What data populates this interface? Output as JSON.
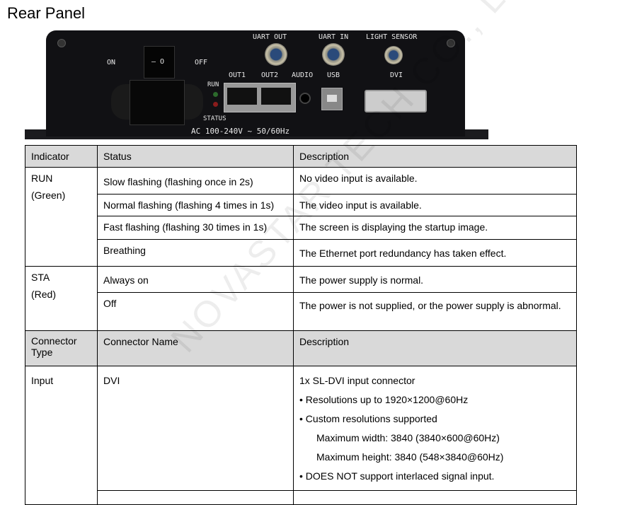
{
  "title": "Rear Panel",
  "device": {
    "labels": {
      "on": "ON",
      "off": "OFF",
      "switch": "— O",
      "uart_out": "UART OUT",
      "uart_in": "UART IN",
      "light_sensor": "LIGHT SENSOR",
      "out1": "OUT1",
      "out2": "OUT2",
      "audio": "AUDIO",
      "usb": "USB",
      "dvi": "DVI",
      "run": "RUN",
      "status": "STATUS",
      "power": "AC 100-240V ~ 50/60Hz"
    }
  },
  "table1": {
    "headers": [
      "Indicator",
      "Status",
      "Description"
    ],
    "run": {
      "name": "RUN",
      "color": "(Green)",
      "rows": [
        [
          "Slow flashing (flashing once in 2s)",
          "No video input is available."
        ],
        [
          "Normal flashing (flashing 4 times in 1s)",
          "The video input is available."
        ],
        [
          "Fast flashing (flashing 30 times in 1s)",
          "The screen is displaying the startup image."
        ],
        [
          "Breathing",
          "The Ethernet port redundancy has taken effect."
        ]
      ]
    },
    "sta": {
      "name": "STA",
      "color": "(Red)",
      "rows": [
        [
          "Always on",
          "The power supply is normal."
        ],
        [
          "Off",
          "The power is not supplied, or the power supply is abnormal."
        ]
      ]
    }
  },
  "table2": {
    "headers": [
      "Connector Type",
      "Connector Name",
      "Description"
    ],
    "input": {
      "type": "Input",
      "name": "DVI",
      "desc": "1x SL-DVI input connector",
      "bullets": [
        "Resolutions up to 1920×1200@60Hz",
        "Custom resolutions supported",
        "Maximum width: 3840 (3840×600@60Hz)",
        "Maximum height: 3840 (548×3840@60Hz)",
        "DOES NOT support interlaced signal input."
      ]
    }
  },
  "watermark": "NOVASTAR TECH CO., LTD."
}
